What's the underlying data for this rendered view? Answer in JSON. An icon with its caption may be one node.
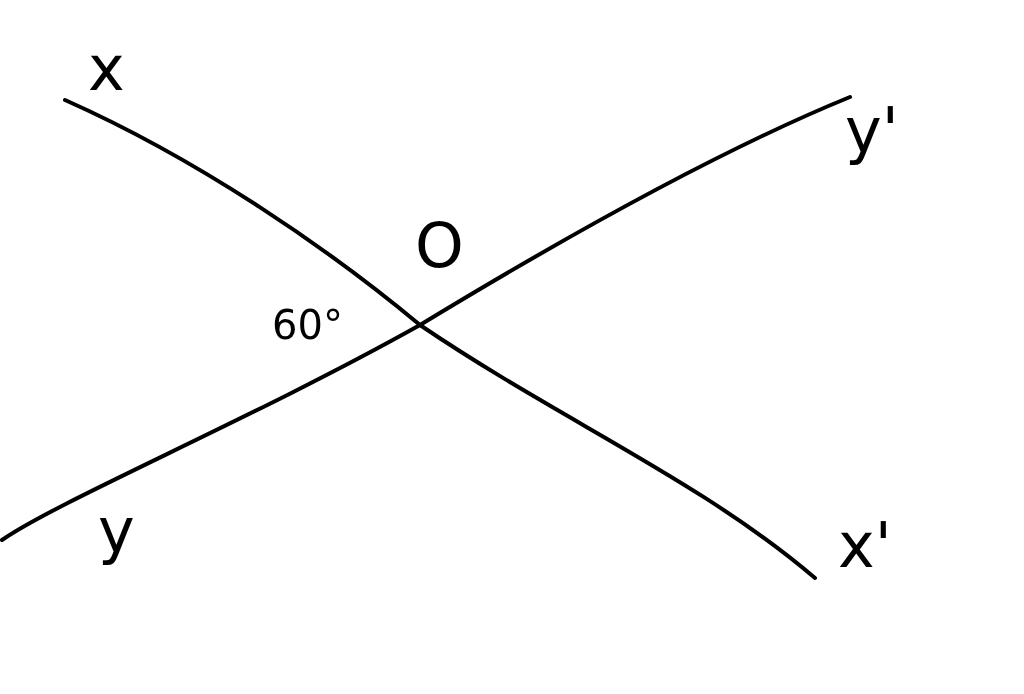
{
  "diagram": {
    "labels": [
      "x",
      "y'",
      "O",
      "60°",
      "y",
      "x'"
    ]
  }
}
